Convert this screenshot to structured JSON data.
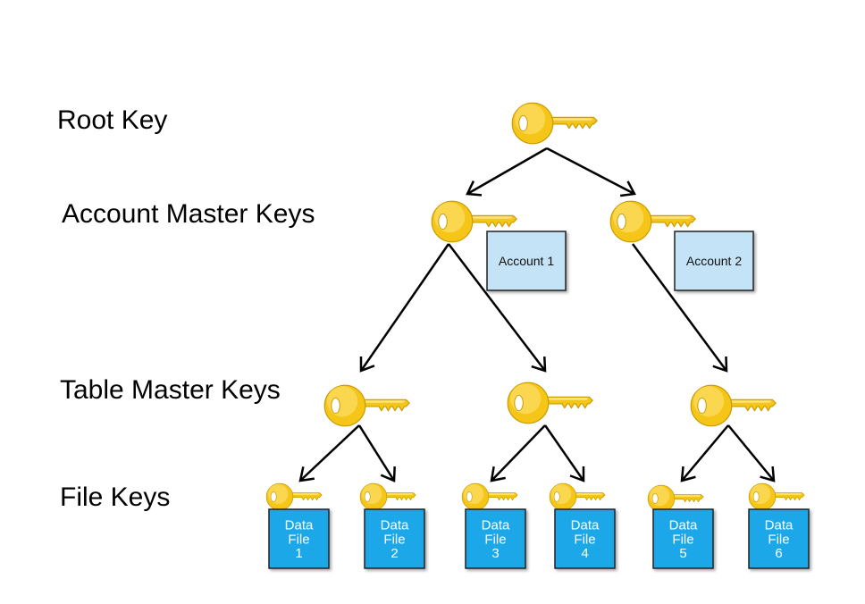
{
  "levels": {
    "root": "Root Key",
    "account": "Account Master Keys",
    "table": "Table Master Keys",
    "file": "File Keys"
  },
  "accounts": [
    {
      "label": "Account 1"
    },
    {
      "label": "Account 2"
    }
  ],
  "data_files": [
    {
      "lines": [
        "Data",
        "File",
        "1"
      ]
    },
    {
      "lines": [
        "Data",
        "File",
        "2"
      ]
    },
    {
      "lines": [
        "Data",
        "File",
        "3"
      ]
    },
    {
      "lines": [
        "Data",
        "File",
        "4"
      ]
    },
    {
      "lines": [
        "Data",
        "File",
        "5"
      ]
    },
    {
      "lines": [
        "Data",
        "File",
        "6"
      ]
    }
  ],
  "colors": {
    "key_gold": "#f5c518",
    "key_light": "#ffe680",
    "key_dark": "#c99a00",
    "account_box_fill": "#c5e3f6",
    "data_box_fill": "#1aa8e8",
    "data_box_text": "#ffffff",
    "arrow": "#000000"
  },
  "icons": [
    "key-icon"
  ]
}
